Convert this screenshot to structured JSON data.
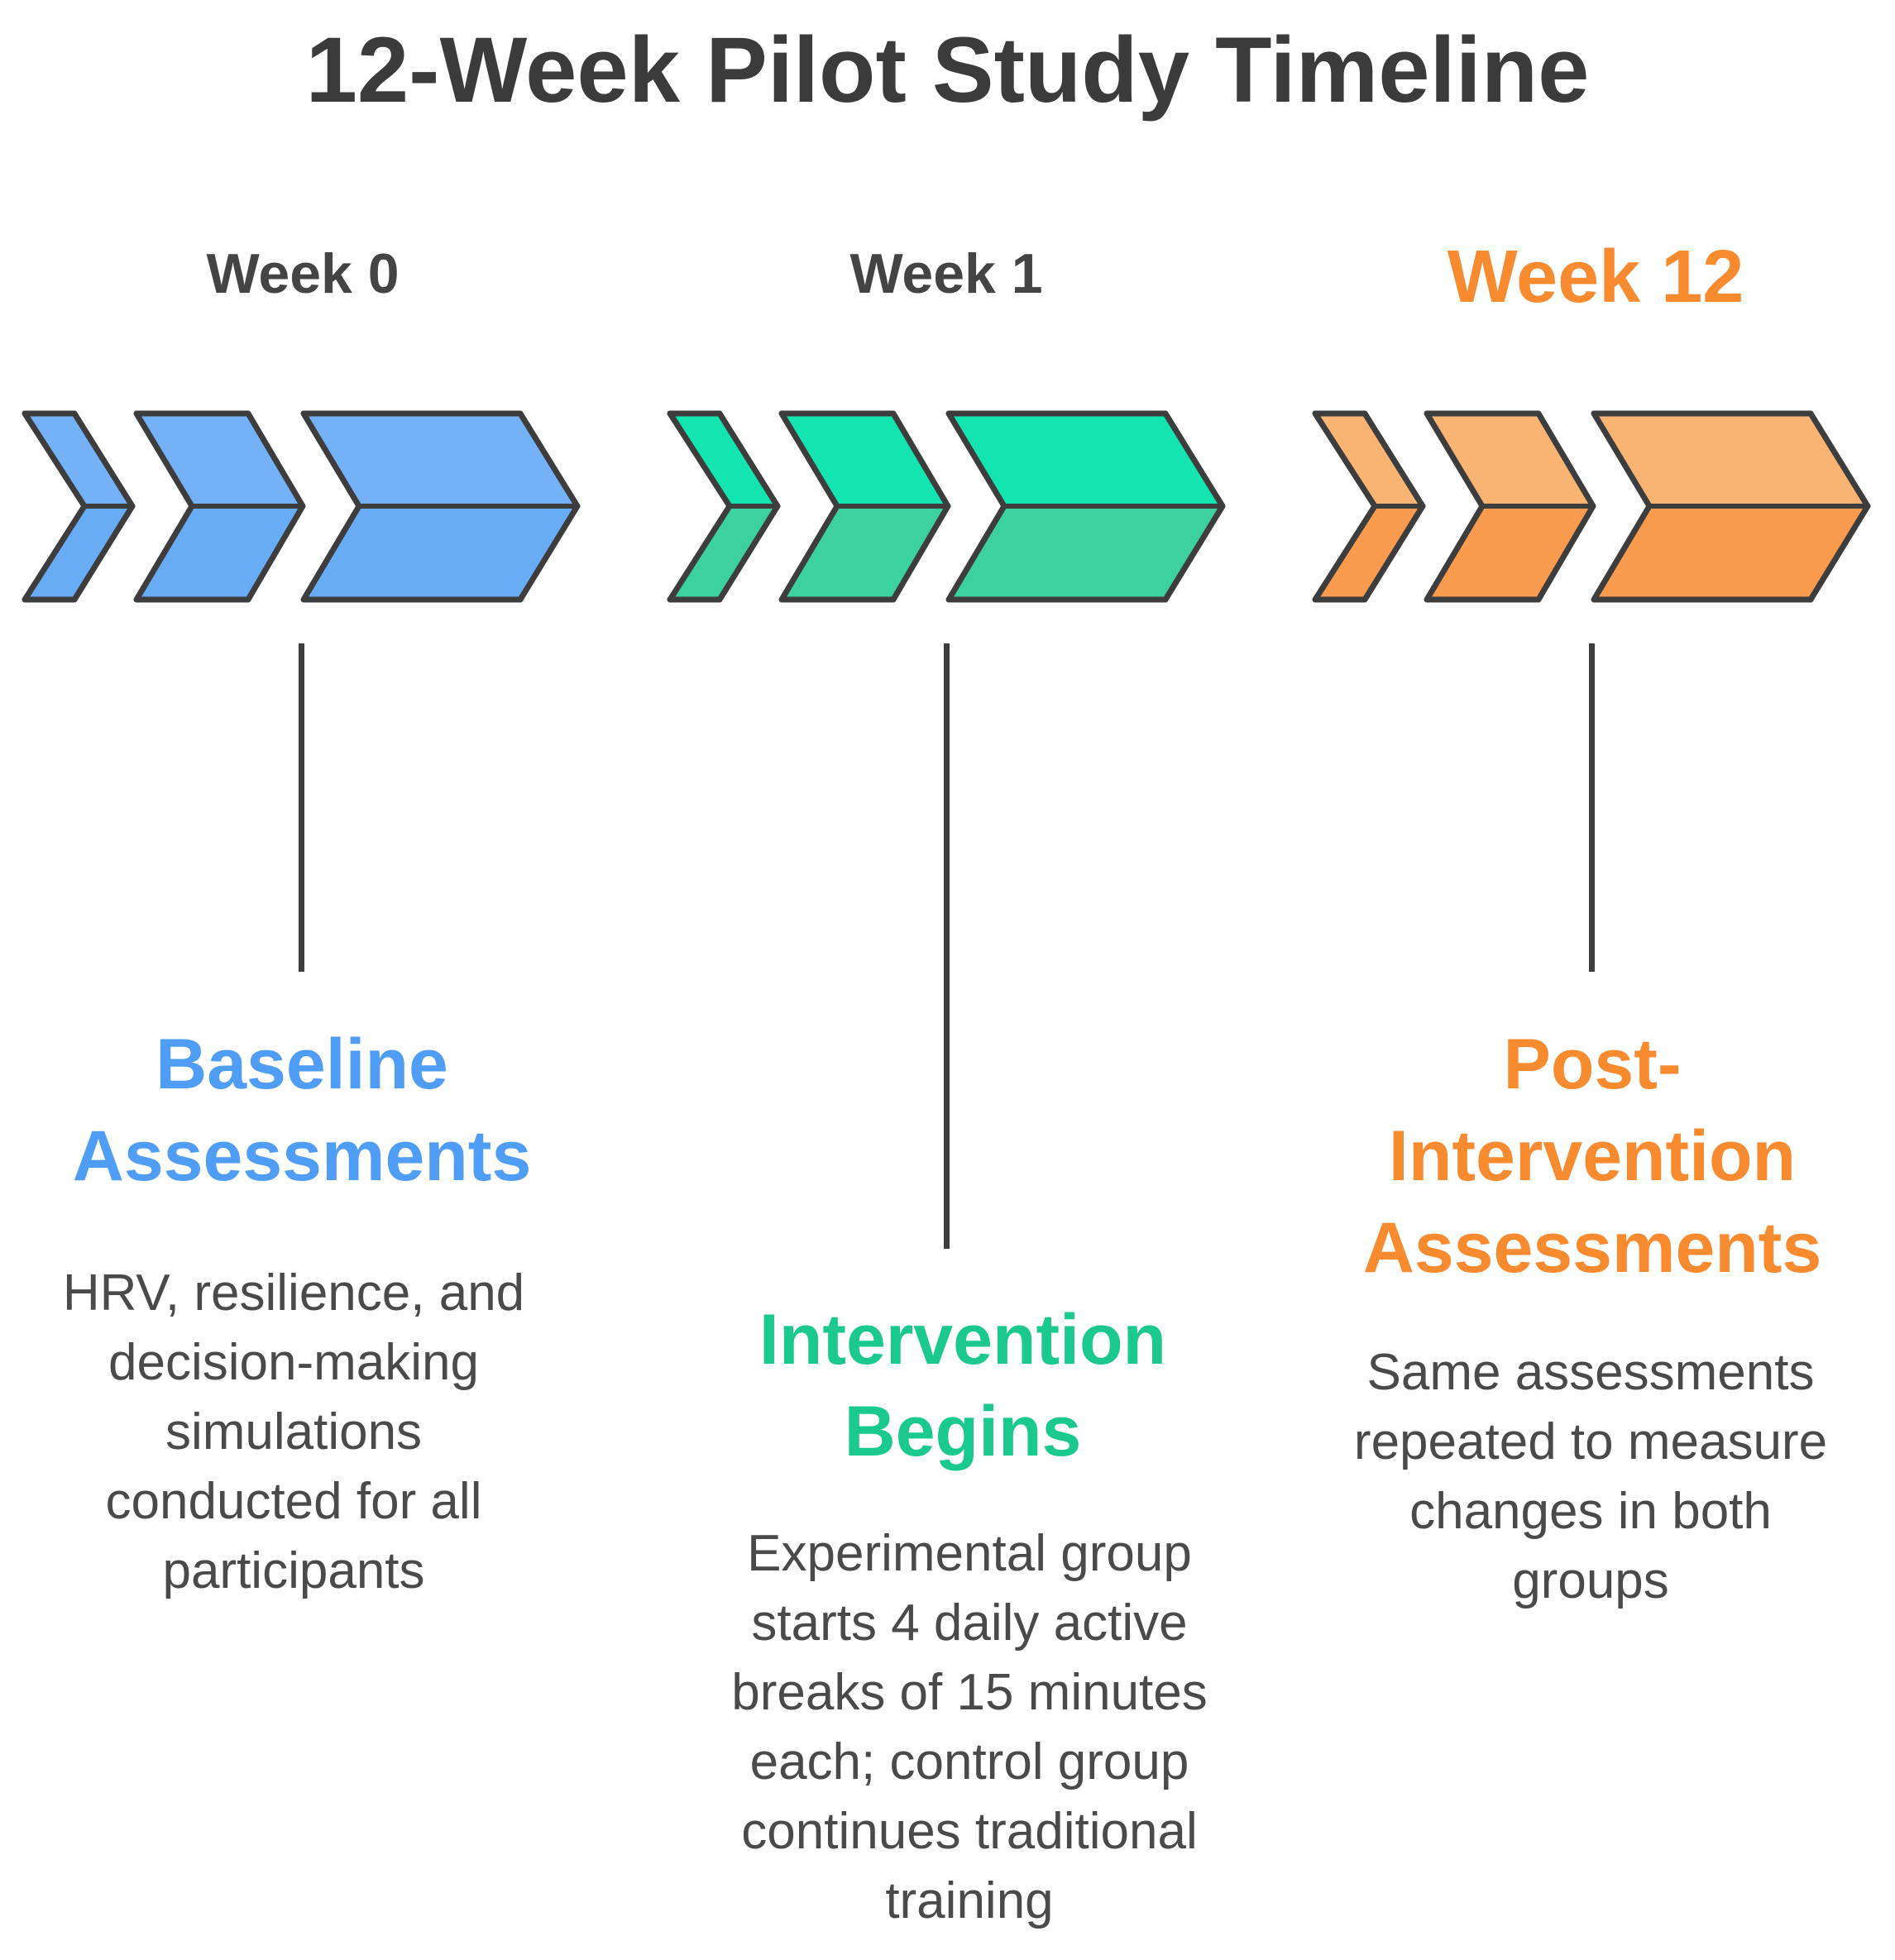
{
  "title": "12-Week Pilot Study Timeline",
  "colors": {
    "text_dark": "#3b3b3b",
    "desc_text": "#4a4a4a",
    "connector": "#3d3d3d",
    "blue": "#4f9df5",
    "blue_fill": "#74b1f7",
    "green": "#1bc98e",
    "green_fill": "#14e4b0",
    "orange": "#f88a2f",
    "orange_fill": "#f9b474"
  },
  "phases": [
    {
      "week": "Week 0",
      "title_lines": [
        "Baseline",
        "Assessments"
      ],
      "description_lines": [
        "HRV, resilience, and",
        "decision-making",
        "simulations",
        "conducted for all",
        "participants"
      ]
    },
    {
      "week": "Week 1",
      "title_lines": [
        "Intervention",
        "Begins"
      ],
      "description_lines": [
        "Experimental group",
        "starts 4 daily active",
        "breaks of 15 minutes",
        "each; control group",
        "continues traditional",
        "training"
      ]
    },
    {
      "week": "Week 12",
      "title_lines": [
        "Post-",
        "Intervention",
        "Assessments"
      ],
      "description_lines": [
        "Same assessments",
        "repeated to measure",
        "changes in both",
        "groups"
      ]
    }
  ]
}
